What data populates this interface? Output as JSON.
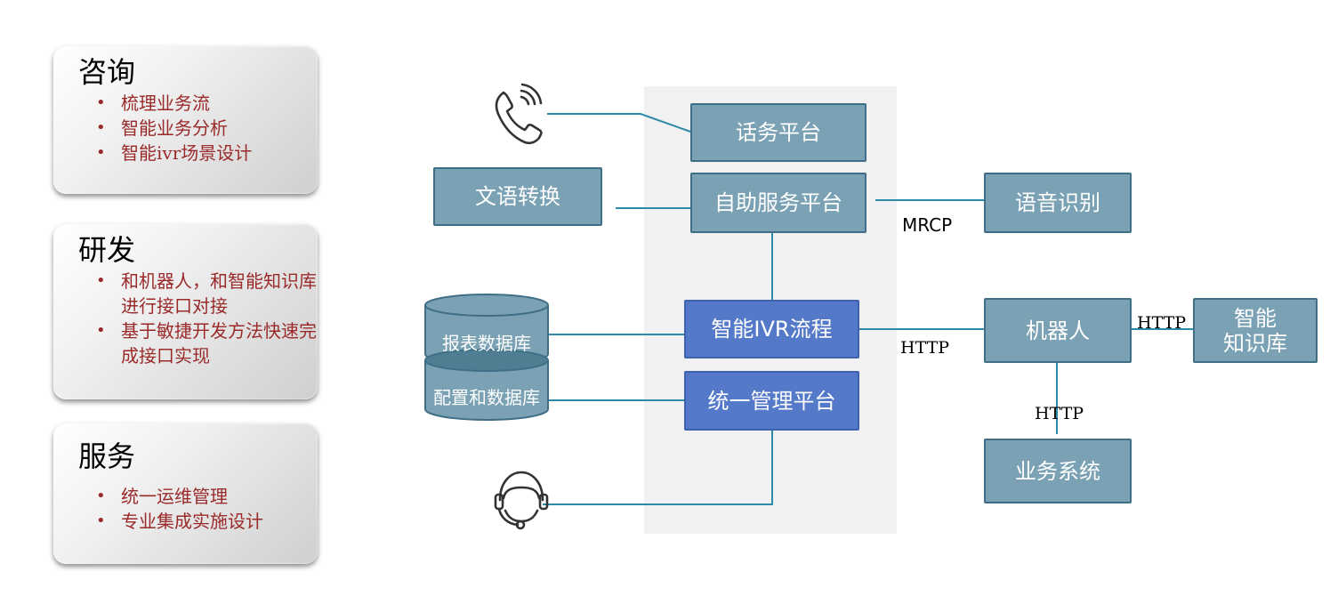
{
  "cards": [
    {
      "title": "咨询",
      "items": [
        "梳理业务流",
        "智能业务分析",
        "智能ivr场景设计"
      ]
    },
    {
      "title": "研发",
      "items": [
        "和机器人，和智能知识库进行接口对接",
        "基于敏捷开发方法快速完成接口实现"
      ]
    },
    {
      "title": "服务",
      "items": [
        "统一运维管理",
        "专业集成实施设计"
      ]
    }
  ],
  "nodes": {
    "huawu": "话务平台",
    "wenyu": "文语转换",
    "zizhu": "自助服务平台",
    "yuyin": "语音识别",
    "ivr": "智能IVR流程",
    "robot": "机器人",
    "kb_line1": "智能",
    "kb_line2": "知识库",
    "tongyi": "统一管理平台",
    "yewu": "业务系统",
    "db_report": "报表数据库",
    "db_config": "配置和数据库"
  },
  "labels": {
    "mrcp": "MRCP",
    "http_ivr_robot": "HTTP",
    "http_robot_kb": "HTTP",
    "http_robot_biz": "HTTP"
  },
  "colors": {
    "node_gray": "#7aa1b4",
    "node_blue": "#5479c9",
    "line": "#2f8aa8",
    "bullet_text": "#9a2a2a"
  },
  "icons": [
    "phone-icon",
    "headset-agent-icon"
  ]
}
